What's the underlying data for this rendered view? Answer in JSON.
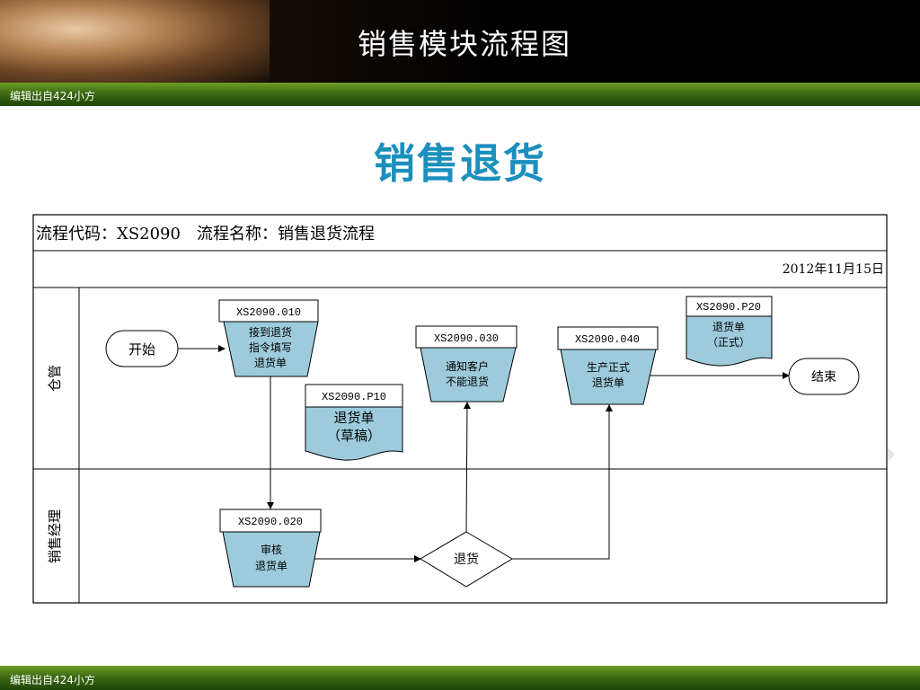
{
  "header": {
    "title": "销售模块流程图"
  },
  "band": {
    "text": "编辑出自424小方"
  },
  "footer": {
    "text": "编辑出自424小方"
  },
  "subtitle": "销售退货",
  "table": {
    "process_code_label": "流程代码：XS2090",
    "process_name_label": "流程名称：销售退货流程",
    "date": "2012年11月15日"
  },
  "lanes": {
    "lane1": "仓管",
    "lane2": "销售经理"
  },
  "nodes": {
    "start": "开始",
    "end": "结束",
    "s010": {
      "code": "XS2090.010",
      "line1": "接到退货",
      "line2": "指令填写",
      "line3": "退货单"
    },
    "s020": {
      "code": "XS2090.020",
      "line1": "审核",
      "line2": "退货单"
    },
    "s030": {
      "code": "XS2090.030",
      "line1": "通知客户",
      "line2": "不能退货"
    },
    "s040": {
      "code": "XS2090.040",
      "line1": "生产正式",
      "line2": "退货单"
    },
    "p10": {
      "code": "XS2090.P10",
      "line1": "退货单",
      "line2": "（草稿）"
    },
    "p20": {
      "code": "XS2090.P20",
      "line1": "退货单",
      "line2": "（正式）"
    },
    "decision": "退货"
  },
  "colors": {
    "shape_fill": "#9dcbdc",
    "subtitle": "#1b8fbd",
    "band_green": "#4b7d16"
  }
}
